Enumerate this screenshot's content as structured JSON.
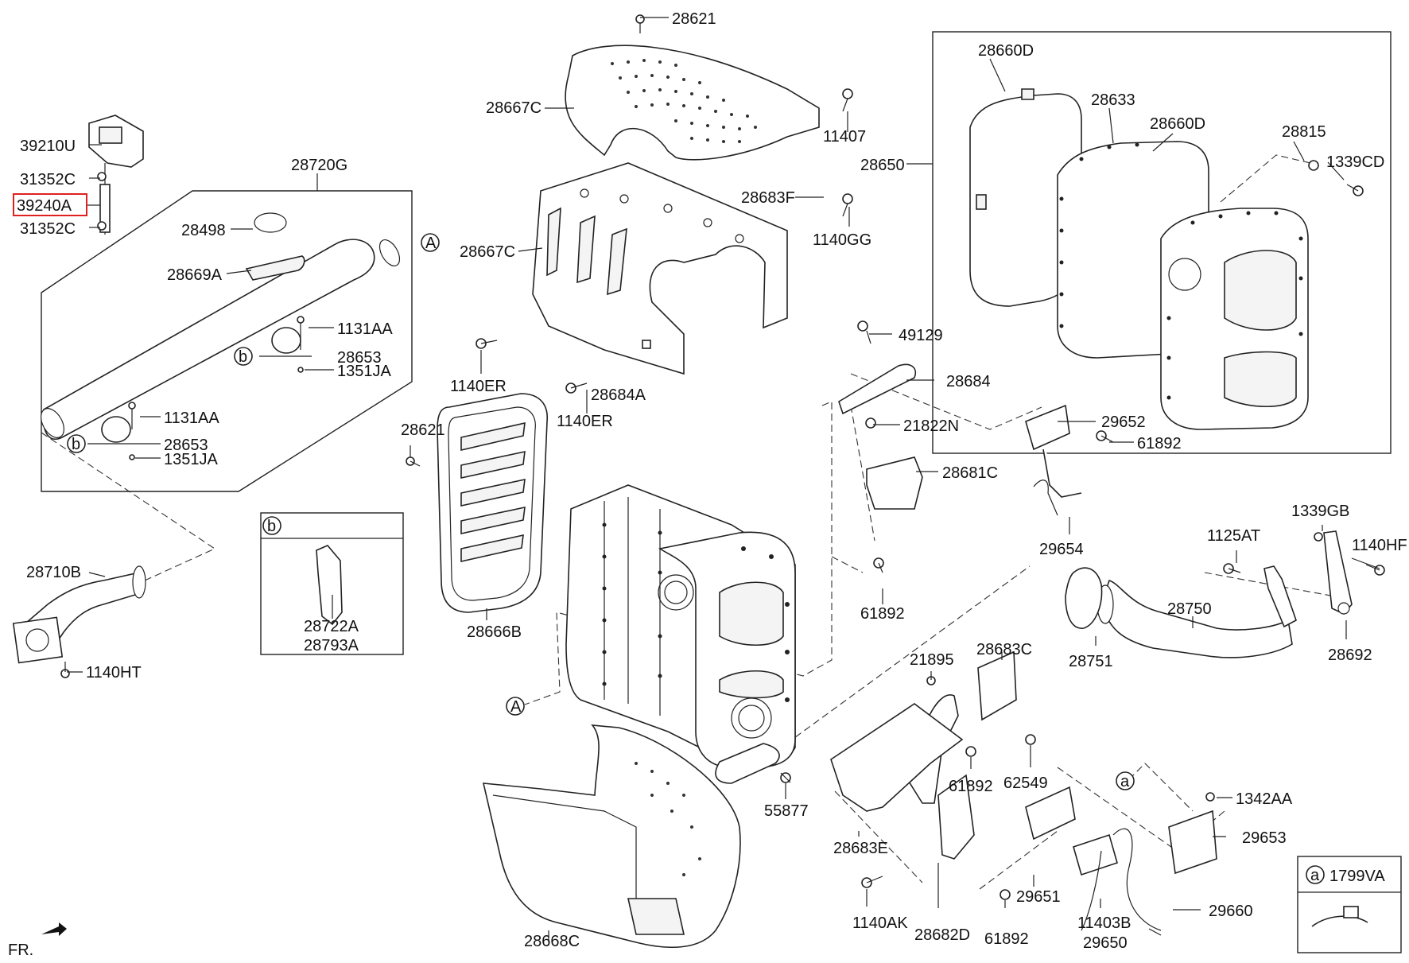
{
  "highlight_color": "#e02020",
  "labels": {
    "p28621_top": "28621",
    "p28667C_top": "28667C",
    "p11407": "11407",
    "p28667C_mid": "28667C",
    "p28683F": "28683F",
    "p1140GG": "1140GG",
    "p1140ER_a": "1140ER",
    "p28684A": "28684A",
    "p1140ER_b": "1140ER",
    "p28621_mid": "28621",
    "p28666B": "28666B",
    "p28668C": "28668C",
    "p55877": "55877",
    "p39210U": "39210U",
    "p31352C_a": "31352C",
    "p39240A": "39240A",
    "p31352C_b": "31352C",
    "p28720G": "28720G",
    "p28498": "28498",
    "p28669A": "28669A",
    "p1131AA_a": "1131AA",
    "p28653_a": "28653",
    "p1351JA_a": "1351JA",
    "p1131AA_b": "1131AA",
    "p28653_b": "28653",
    "p1351JA_b": "1351JA",
    "p28710B": "28710B",
    "p1140HT": "1140HT",
    "p28722A": "28722A",
    "p28793A": "28793A",
    "p28660D_a": "28660D",
    "p28633": "28633",
    "p28660D_b": "28660D",
    "p28650": "28650",
    "p28815": "28815",
    "p1339CD": "1339CD",
    "p49129": "49129",
    "p28684": "28684",
    "p21822N": "21822N",
    "p29652": "29652",
    "p61892_a": "61892",
    "p28681C": "28681C",
    "p29654": "29654",
    "p61892_b": "61892",
    "p1339GB": "1339GB",
    "p1125AT": "1125AT",
    "p1140HF": "1140HF",
    "p28750": "28750",
    "p28751": "28751",
    "p28692": "28692",
    "p21895": "21895",
    "p28683C": "28683C",
    "p61892_c": "61892",
    "p62549": "62549",
    "p1342AA": "1342AA",
    "p28683E": "28683E",
    "p29653": "29653",
    "p1140AK": "1140AK",
    "p28682D": "28682D",
    "p61892_d": "61892",
    "p29651": "29651",
    "p11403B": "11403B",
    "p29650": "29650",
    "p29660": "29660",
    "p1799VA": "1799VA"
  },
  "callouts": {
    "a": "a",
    "b": "b",
    "A": "A"
  },
  "front_marker": "FR."
}
